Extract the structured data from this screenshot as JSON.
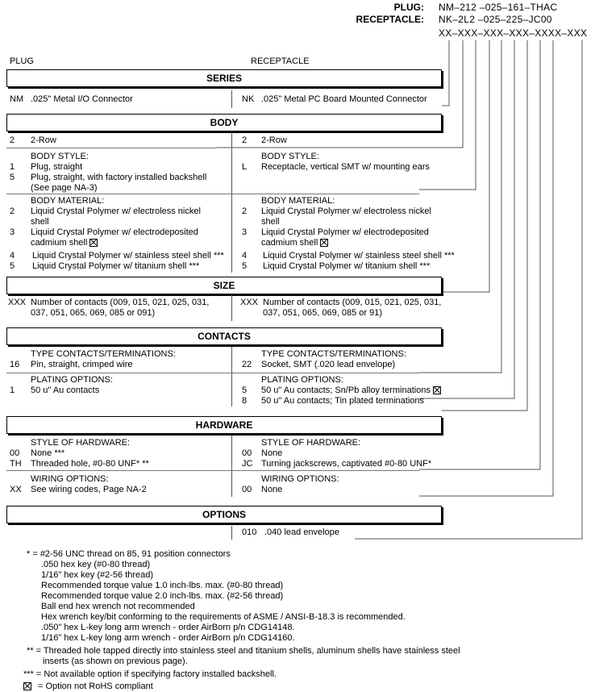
{
  "header": {
    "plug_label": "PLUG:",
    "plug_code": "NM–212 –025–161–THAC",
    "recep_label": "RECEPTACLE:",
    "recep_code": "NK–2L2 –025–225–JC00",
    "pattern": "XX–XXX–XXX–XXX–XXXX–XXX"
  },
  "col_plug": "PLUG",
  "col_recep": "RECEPTACLE",
  "series": {
    "title": "SERIES",
    "l_code": "NM",
    "l_text": ".025\" Metal I/O Connector",
    "r_code": "NK",
    "r_text": ".025\" Metal PC Board Mounted Connector"
  },
  "body": {
    "title": "BODY",
    "row_l_code": "2",
    "row_l_text": "2-Row",
    "row_r_code": "2",
    "row_r_text": "2-Row",
    "style_l_head": "BODY STYLE:",
    "style_l_1c": "1",
    "style_l_1t": "Plug, straight",
    "style_l_5c": "5",
    "style_l_5t": "Plug, straight, with factory installed backshell",
    "style_l_5t2": "(See page NA-3)",
    "style_r_head": "BODY STYLE:",
    "style_r_c": "L",
    "style_r_t": "Receptacle, vertical SMT w/ mounting ears",
    "mat_head": "BODY MATERIAL:",
    "mat_2c": "2",
    "mat_2a": "Liquid Crystal Polymer w/ electroless nickel",
    "mat_2b": "shell",
    "mat_3c": "3",
    "mat_3a": "Liquid Crystal Polymer w/ electrodeposited",
    "mat_3b": "cadmium shell",
    "mat_4c": "4",
    "mat_4t": "Liquid Crystal Polymer w/ stainless steel shell ***",
    "mat_5c": "5",
    "mat_5t": "Liquid Crystal Polymer w/ titanium shell ***"
  },
  "size": {
    "title": "SIZE",
    "code": "XXX",
    "l_a": "Number of contacts (009, 015, 021, 025, 031,",
    "l_b": "037, 051, 065, 069, 085 or 091)",
    "r_a": "Number of contacts (009, 015, 021, 025, 031,",
    "r_b": "037, 051, 065, 069, 085 or 91)"
  },
  "contacts": {
    "title": "CONTACTS",
    "type_head": "TYPE CONTACTS/TERMINATIONS:",
    "l_type_c": "16",
    "l_type_t": "Pin, straight, crimped wire",
    "r_type_c": "22",
    "r_type_t": "Socket, SMT (.020 lead envelope)",
    "plat_head": "PLATING OPTIONS:",
    "l_plat_c": "1",
    "l_plat_t": "50 u\" Au contacts",
    "r_plat_5c": "5",
    "r_plat_5t": "50 u\" Au contacts; Sn/Pb alloy terminations",
    "r_plat_8c": "8",
    "r_plat_8t": "50 u\" Au contacts; Tin plated terminations"
  },
  "hardware": {
    "title": "HARDWARE",
    "style_head": "STYLE OF HARDWARE:",
    "l_00c": "00",
    "l_00t": "None ***",
    "l_thc": "TH",
    "l_tht": "Threaded hole, #0-80 UNF*  **",
    "r_00c": "00",
    "r_00t": "None",
    "r_jcc": "JC",
    "r_jct": "Turning jackscrews, captivated #0-80 UNF*",
    "wire_head": "WIRING OPTIONS:",
    "l_wc": "XX",
    "l_wt": "See wiring codes, Page NA-2",
    "r_wc": "00",
    "r_wt": "None"
  },
  "options": {
    "title": "OPTIONS",
    "code": "010",
    "text": ".040 lead envelope"
  },
  "notes": {
    "n1": "* = #2-56 UNC thread on 85, 91 position connectors",
    "n1a": ".050 hex key (#0-80 thread)",
    "n1b": "1/16\" hex key (#2-56 thread)",
    "n1c": "Recommended torque value 1.0 inch-lbs. max. (#0-80 thread)",
    "n1d": "Recommended torque value 2.0 inch-lbs. max. (#2-56 thread)",
    "n1e": "Ball end hex wrench not recommended",
    "n1f": "Hex wrench key/bit conforming to the requirements of ASME / ANSI-B-18.3 is recommended.",
    "n1g": ".050\" hex L-key long arm wrench - order AirBorn p/n CDG14148.",
    "n1h": "1/16\" hex L-key long arm wrench - order AirBorn p/n CDG14160.",
    "n2": "** = Threaded hole tapped directly into stainless steel and titanium shells, aluminum shells have stainless steel",
    "n2a": "inserts (as shown on previous page).",
    "n3": "*** = Not available option if specifying factory installed backshell.",
    "n4": "= Option not RoHS compliant"
  }
}
